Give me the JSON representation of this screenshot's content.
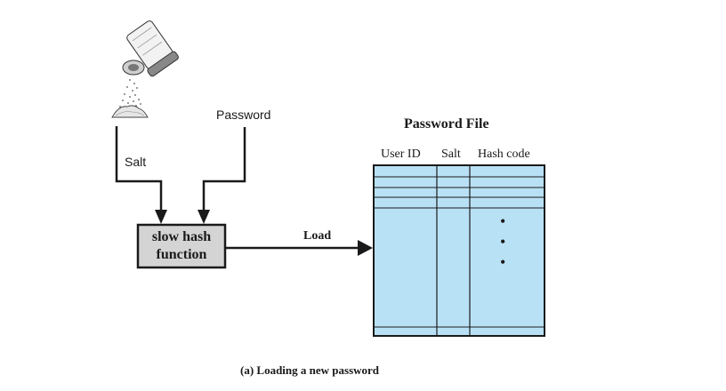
{
  "diagram": {
    "salt_label": "Salt",
    "password_label": "Password",
    "hash_box": {
      "line1": "slow hash",
      "line2": "function"
    },
    "load_label": "Load",
    "password_file": {
      "title": "Password File",
      "columns": [
        "User ID",
        "Salt",
        "Hash code"
      ],
      "continuation_marker": "•"
    },
    "caption": "(a) Loading a new password",
    "colors": {
      "hash_box_fill": "#d4d4d4",
      "file_fill": "#b9e1f5",
      "line": "#1a1a1a"
    }
  }
}
